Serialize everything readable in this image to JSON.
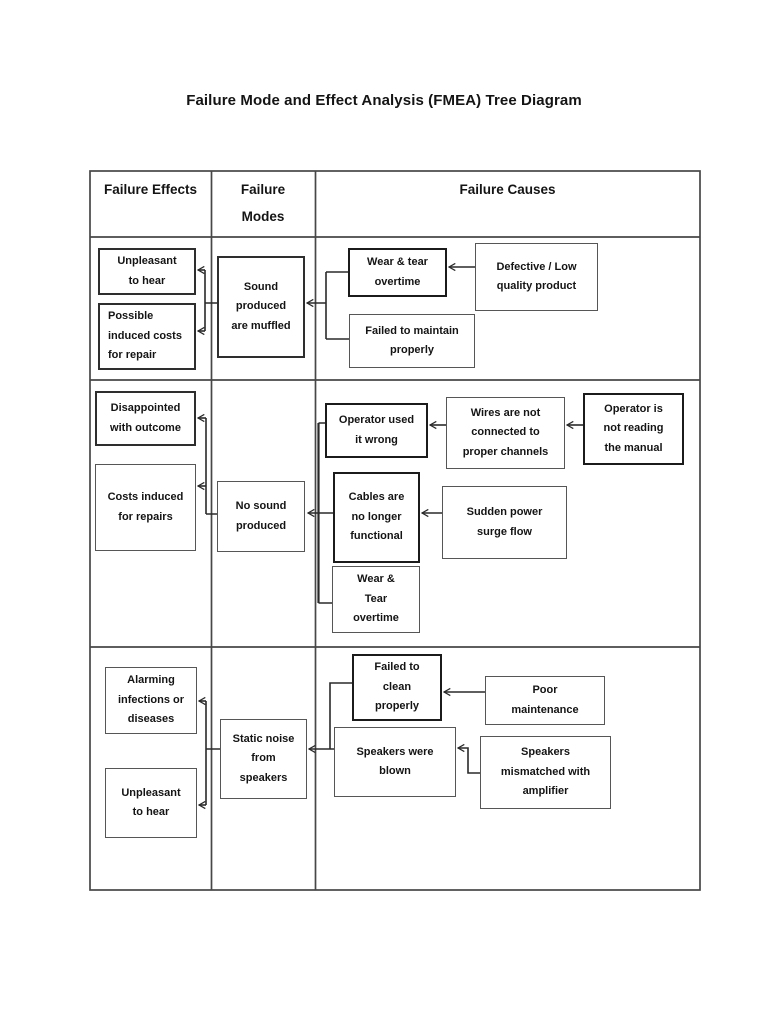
{
  "page": {
    "title": "Failure Mode and Effect Analysis (FMEA) Tree Diagram"
  },
  "colors": {
    "ink": "#141414",
    "table_line": "#474747",
    "connector_line": "#2a2a2a",
    "box_border_normal": "#565656",
    "box_border_thick": "#1b1b1b",
    "background": "#ffffff"
  },
  "table": {
    "headers": {
      "effects": "Failure Effects",
      "modes": "Failure\nModes",
      "causes": "Failure Causes"
    },
    "rows": [
      {
        "effects": [
          "Unpleasant\nto hear",
          "Possible\ninduced costs\nfor repair"
        ],
        "mode": "Sound\nproduced\nare muffled",
        "causes": [
          "Wear & tear\novertime",
          "Failed to maintain\nproperly",
          "Defective / Low\nquality product"
        ]
      },
      {
        "effects": [
          "Disappointed\nwith outcome",
          "Costs induced\nfor repairs"
        ],
        "mode": "No sound\nproduced",
        "causes": [
          "Operator used\nit wrong",
          "Cables are\nno longer\nfunctional",
          "Wear &\nTear\novertime",
          "Wires are not\nconnected to\nproper channels",
          "Sudden power\nsurge flow",
          "Operator is\nnot reading\nthe manual"
        ]
      },
      {
        "effects": [
          "Alarming\ninfections or\ndiseases",
          "Unpleasant\nto hear"
        ],
        "mode": "Static noise\nfrom\nspeakers",
        "causes": [
          "Failed to\nclean\nproperly",
          "Speakers were\nblown",
          "Poor\nmaintenance",
          "Speakers\nmismatched with\namplifier"
        ]
      }
    ],
    "links": [
      "Defective / Low quality product -> Wear & tear overtime",
      "Wear & tear overtime + Failed to maintain properly -> Sound produced are muffled",
      "Sound produced are muffled -> Unpleasant to hear + Possible induced costs for repair",
      "Operator is not reading the manual -> Wires are not connected to proper channels -> Operator used it wrong",
      "Sudden power surge flow -> Cables are no longer functional",
      "Operator used it wrong + Cables are no longer functional + Wear & Tear overtime -> No sound produced",
      "No sound produced -> Disappointed with outcome + Costs induced for repairs",
      "Poor maintenance -> Failed to clean properly",
      "Speakers mismatched with amplifier -> Speakers were blown",
      "Failed to clean properly + Speakers were blown -> Static noise from speakers",
      "Static noise from speakers -> Alarming infections or diseases + Unpleasant to hear"
    ]
  }
}
